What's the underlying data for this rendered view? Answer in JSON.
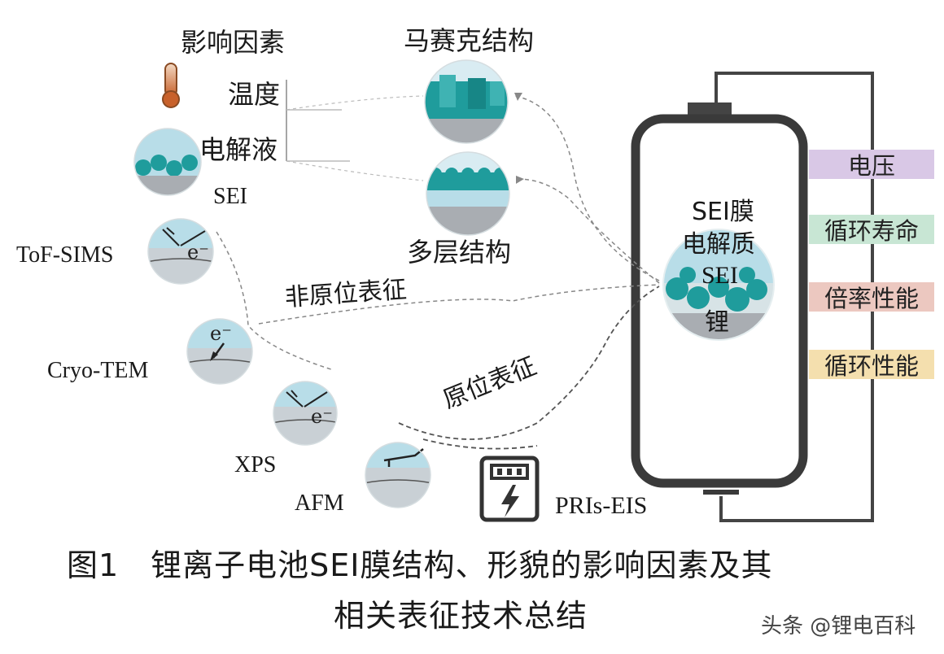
{
  "factors": {
    "title": "影响因素",
    "temperature": "温度",
    "electrolyte": "电解液",
    "sei": "SEI"
  },
  "structures": {
    "mosaic": "马赛克结构",
    "multilayer": "多层结构"
  },
  "techniques": {
    "tof_sims": "ToF-SIMS",
    "cryo_tem": "Cryo-TEM",
    "xps": "XPS",
    "afm": "AFM",
    "pris_eis": "PRIs-EIS"
  },
  "characterization": {
    "ex_situ": "非原位表征",
    "in_situ": "原位表征"
  },
  "battery": {
    "sei_film": "SEI膜",
    "electrolyte": "电解质",
    "sei": "SEI",
    "lithium": "锂"
  },
  "performance": [
    {
      "label": "电压",
      "color": "#d9c8e6"
    },
    {
      "label": "循环寿命",
      "color": "#c8e6d4"
    },
    {
      "label": "倍率性能",
      "color": "#ecc8c0"
    },
    {
      "label": "循环性能",
      "color": "#f4dfae"
    }
  ],
  "caption": {
    "line1": "图1　锂离子电池SEI膜结构、形貌的影响因素及其",
    "line2": "相关表征技术总结"
  },
  "watermark": "头条 @锂电百科",
  "colors": {
    "teal": "#1f9c9c",
    "light_blue": "#b8dde8",
    "gray_layer": "#a9adb2",
    "battery_outline": "#3a3a3a"
  }
}
